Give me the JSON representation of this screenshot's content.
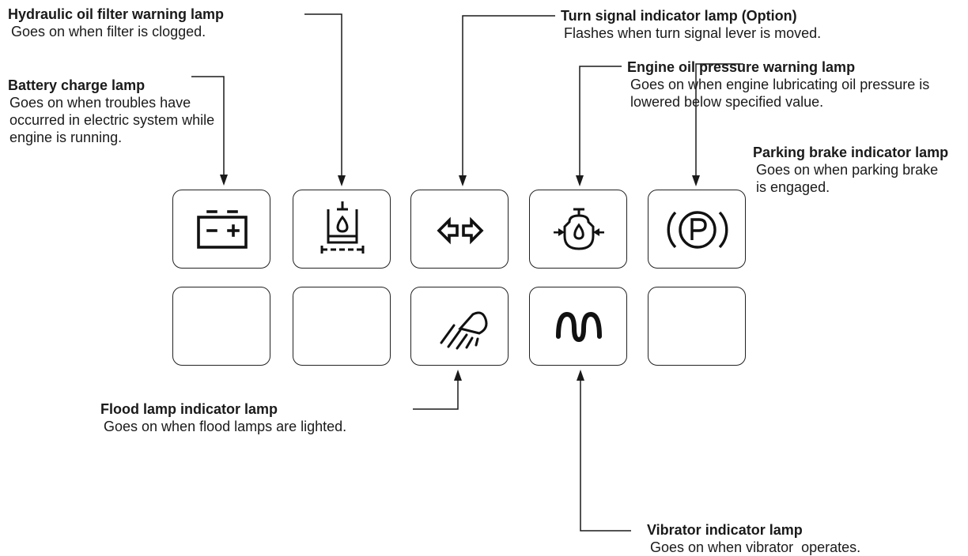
{
  "labels": {
    "hydraulic": {
      "title": "Hydraulic oil filter warning lamp",
      "desc": "Goes on when filter is clogged."
    },
    "battery": {
      "title": "Battery charge lamp",
      "desc": "Goes on when troubles have occurred in electric system while engine is running."
    },
    "turn": {
      "title": "Turn signal indicator lamp (Option)",
      "desc": "Flashes when turn signal lever is moved."
    },
    "engine_oil": {
      "title": "Engine oil pressure warning lamp",
      "desc": "Goes on when engine lubricating oil pressure is lowered below specified value."
    },
    "parking": {
      "title": "Parking brake indicator lamp",
      "desc": "Goes on when parking brake is engaged."
    },
    "flood": {
      "title": "Flood lamp indicator lamp",
      "desc": "Goes on when flood lamps are lighted."
    },
    "vibrator": {
      "title": "Vibrator indicator lamp",
      "desc": "Goes on when vibrator  operates."
    }
  },
  "icons": {
    "row1": [
      "battery-icon",
      "hydraulic-oil-filter-icon",
      "turn-signal-icon",
      "engine-oil-pressure-icon",
      "parking-brake-icon"
    ],
    "row2": [
      "",
      "",
      "flood-lamp-icon",
      "vibrator-icon",
      ""
    ]
  }
}
